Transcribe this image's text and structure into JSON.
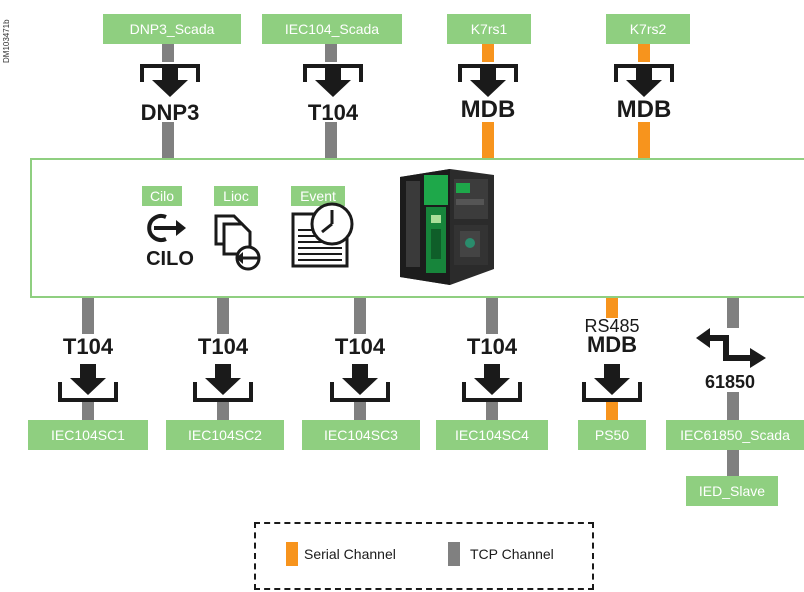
{
  "document_ref": "DM103471b",
  "colors": {
    "serial": "#f7941d",
    "tcp": "#808080",
    "box": "#8fcf80",
    "frame": "#8fcf80"
  },
  "top_channels": [
    {
      "name": "DNP3_Scada",
      "protocol": "DNP3",
      "link": "tcp"
    },
    {
      "name": "IEC104_Scada",
      "protocol": "T104",
      "link": "tcp"
    },
    {
      "name": "K7rs1",
      "protocol": "MDB",
      "link": "serial"
    },
    {
      "name": "K7rs2",
      "protocol": "MDB",
      "link": "serial"
    }
  ],
  "functions": [
    {
      "label": "Cilo",
      "icon": "cilo-icon",
      "caption": "CILO"
    },
    {
      "label": "Lioc",
      "icon": "lioc-icon"
    },
    {
      "label": "Event",
      "icon": "event-clock-icon"
    }
  ],
  "bottom_channels": [
    {
      "name": "IEC104SC1",
      "protocol": "T104",
      "link": "tcp"
    },
    {
      "name": "IEC104SC2",
      "protocol": "T104",
      "link": "tcp"
    },
    {
      "name": "IEC104SC3",
      "protocol": "T104",
      "link": "tcp"
    },
    {
      "name": "IEC104SC4",
      "protocol": "T104",
      "link": "tcp"
    },
    {
      "name": "PS50",
      "protocol": "MDB",
      "protocol_top": "RS485",
      "link": "serial"
    },
    {
      "name": "IEC61850_Scada",
      "protocol": "61850",
      "link": "tcp"
    }
  ],
  "slave": {
    "name": "IED_Slave"
  },
  "legend": {
    "serial_label": "Serial Channel",
    "tcp_label": "TCP Channel"
  }
}
